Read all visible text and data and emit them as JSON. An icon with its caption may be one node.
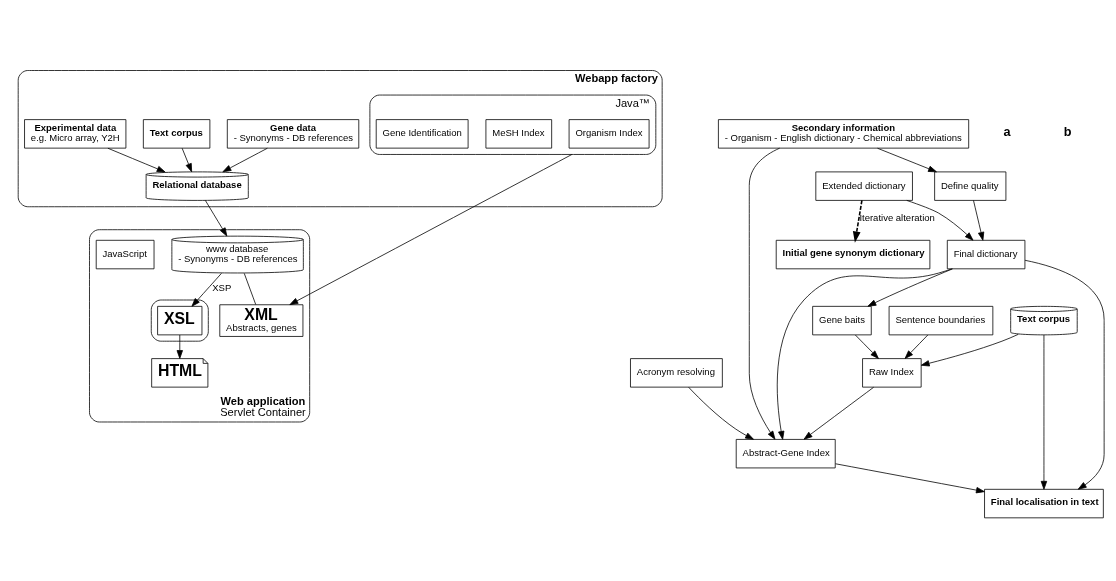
{
  "diagram": {
    "nodes": [
      {
        "text": [
          "Webapp factory"
        ]
      },
      {
        "text": [
          "Gene data",
          "- Synonyms - DB references"
        ],
        "in": 0
      },
      {
        "text": [
          "Text corpus"
        ],
        "in": 0
      },
      {
        "text": [
          "Experimental data",
          "e.g. Micro array, Y2H"
        ],
        "in": 0
      },
      {
        "text": [
          "Relational database"
        ],
        "in": 0
      },
      {
        "text": [
          "Java™"
        ],
        "in": 0
      },
      {
        "text": [
          "Organism Index"
        ],
        "in": 5
      },
      {
        "text": [
          "MeSH Index"
        ],
        "in": 5
      },
      {
        "text": [
          "Gene Identification"
        ],
        "in": 5
      },
      {
        "text": [
          "Web application",
          "Servlet Container"
        ]
      },
      {
        "text": [
          "www database",
          "- Synonyms - DB references"
        ],
        "in": 9
      },
      {
        "text": [],
        "shape": "box",
        "in": 9
      },
      {
        "text": [
          "XML",
          "Abstracts, genes"
        ],
        "in": 9
      },
      {
        "text": [
          "XSL"
        ],
        "in": 11
      },
      {
        "text": [
          "HTML"
        ],
        "in": 9
      },
      {
        "text": [
          "JavaScript"
        ],
        "in": 9
      },
      {
        "text": [
          "Initial gene synonym dictionary"
        ]
      },
      {
        "text": [
          "Extended dictionary"
        ]
      },
      {
        "text": [
          "Text corpus"
        ]
      },
      {
        "text": [
          "Final dictionary"
        ]
      },
      {
        "text": [
          "Define quality"
        ]
      },
      {
        "text": [
          "Gene baits"
        ]
      },
      {
        "text": [
          "Sentence boundaries"
        ]
      },
      {
        "text": [
          "Raw Index"
        ]
      },
      {
        "text": [
          "Secondary information",
          "- Organism - English dictionary - Chemical abbreviations"
        ]
      },
      {
        "text": [
          "Acronym resolving"
        ]
      },
      {
        "text": [
          "Abstract-Gene Index"
        ]
      },
      {
        "text": [
          "Final localisation in text"
        ]
      }
    ],
    "edges": [
      {
        "from": 1,
        "to": 4,
        "arrow": "to"
      },
      {
        "from": 2,
        "to": 4,
        "arrow": "to"
      },
      {
        "from": 3,
        "to": 4,
        "arrow": "to"
      },
      {
        "from": 4,
        "to": 10,
        "arrow": "to"
      },
      {
        "from": 5,
        "to": 12,
        "arrow": "to"
      },
      {
        "from": 10,
        "to": 12,
        "arrow": "none"
      },
      {
        "from": 10,
        "to": 13,
        "label": "XSP",
        "arrow": "to"
      },
      {
        "from": 13,
        "to": 14,
        "arrow": "to"
      },
      {
        "from": 17,
        "to": 16,
        "label": "Iterative alteration",
        "arrow": "to",
        "style": "dashed"
      },
      {
        "from": 17,
        "to": 19,
        "arrow": "to"
      },
      {
        "from": 20,
        "to": 19,
        "arrow": "to"
      },
      {
        "from": 24,
        "to": 20,
        "arrow": "to"
      },
      {
        "from": 19,
        "to": 21,
        "arrow": "to"
      },
      {
        "from": 21,
        "to": 23,
        "arrow": "to"
      },
      {
        "from": 18,
        "to": 23,
        "arrow": "to"
      },
      {
        "from": 22,
        "to": 23,
        "arrow": "to"
      },
      {
        "from": 23,
        "to": 26,
        "arrow": "to"
      },
      {
        "from": 25,
        "to": 26,
        "arrow": "to"
      },
      {
        "from": 19,
        "to": 26,
        "arrow": "to"
      },
      {
        "from": 24,
        "to": 26,
        "arrow": "to"
      },
      {
        "from": 26,
        "to": 27,
        "arrow": "to"
      },
      {
        "from": 19,
        "to": 27,
        "arrow": "to"
      },
      {
        "from": 18,
        "to": 27,
        "arrow": "to"
      }
    ],
    "labels": [
      "a",
      "b"
    ]
  }
}
